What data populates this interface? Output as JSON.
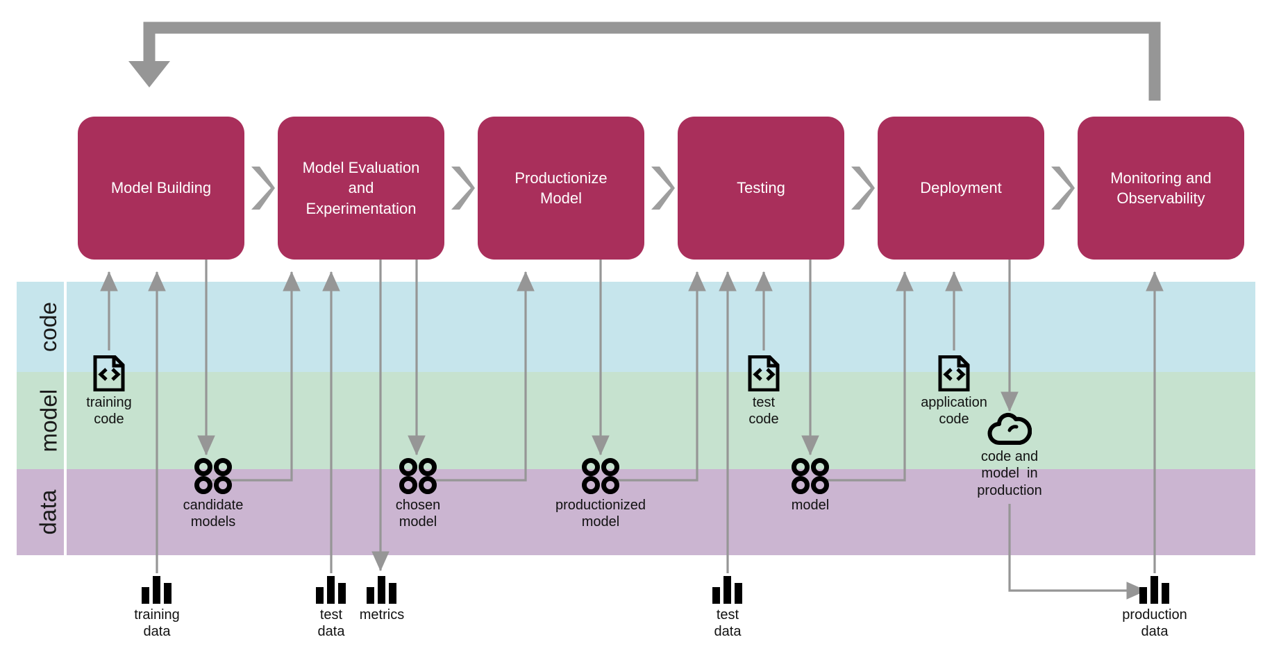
{
  "diagram": {
    "title": "ML lifecycle pipeline with code / model / data swimlanes",
    "accent_color": "#A92F5B",
    "connector_color": "#969696",
    "icon_color": "#000000"
  },
  "stages": [
    {
      "id": "model-building",
      "label": "Model Building"
    },
    {
      "id": "model-evaluation",
      "label": "Model Evaluation\nand\nExperimentation"
    },
    {
      "id": "productionize-model",
      "label": "Productionize\nModel"
    },
    {
      "id": "testing",
      "label": "Testing"
    },
    {
      "id": "deployment",
      "label": "Deployment"
    },
    {
      "id": "monitoring",
      "label": "Monitoring and\nObservability"
    }
  ],
  "bands": [
    {
      "id": "code",
      "label": "code",
      "color": "#C6E5EC"
    },
    {
      "id": "model",
      "label": "model",
      "color": "#C6E2CF"
    },
    {
      "id": "data",
      "label": "data",
      "color": "#CBB5D1"
    }
  ],
  "artifacts": [
    {
      "id": "training-code",
      "band": "code",
      "icon": "code-file-icon",
      "label": "training\ncode"
    },
    {
      "id": "test-code",
      "band": "code",
      "icon": "code-file-icon",
      "label": "test\ncode"
    },
    {
      "id": "application-code",
      "band": "code",
      "icon": "code-file-icon",
      "label": "application\ncode"
    },
    {
      "id": "candidate-models",
      "band": "model",
      "icon": "model-dots-icon",
      "label": "candidate\nmodels"
    },
    {
      "id": "chosen-model",
      "band": "model",
      "icon": "model-dots-icon",
      "label": "chosen\nmodel"
    },
    {
      "id": "productionized-model",
      "band": "model",
      "icon": "model-dots-icon",
      "label": "productionized\nmodel"
    },
    {
      "id": "model",
      "band": "model",
      "icon": "model-dots-icon",
      "label": "model"
    },
    {
      "id": "code-and-model-in-production",
      "band": "model",
      "icon": "cloud-icon",
      "label": "code and\nmodel  in\nproduction"
    },
    {
      "id": "training-data",
      "band": "data",
      "icon": "bar-chart-icon",
      "label": "training\ndata"
    },
    {
      "id": "test-data",
      "band": "data",
      "icon": "bar-chart-icon",
      "label": "test\ndata"
    },
    {
      "id": "metrics",
      "band": "data",
      "icon": "bar-chart-icon",
      "label": "metrics"
    },
    {
      "id": "test-data-2",
      "band": "data",
      "icon": "bar-chart-icon",
      "label": "test\ndata"
    },
    {
      "id": "production-data",
      "band": "data",
      "icon": "bar-chart-icon",
      "label": "production\ndata"
    }
  ],
  "feedback_loop": {
    "id": "monitoring-to-model-building",
    "description": "Monitoring and Observability feeds back into Model Building"
  }
}
